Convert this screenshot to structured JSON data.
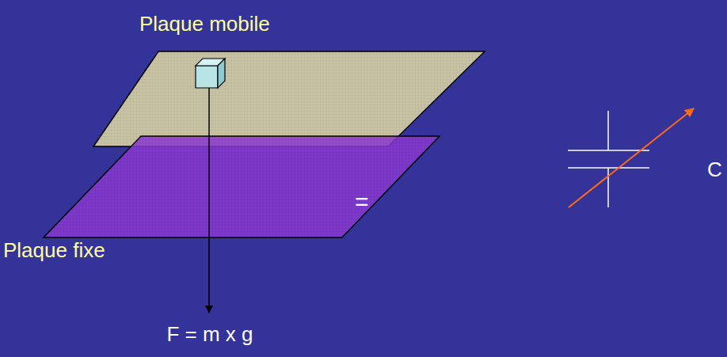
{
  "diagram": {
    "labels": [
      "Plaque mobile",
      "Plaque fixe",
      "=",
      "C",
      "F = m x g"
    ]
  }
}
